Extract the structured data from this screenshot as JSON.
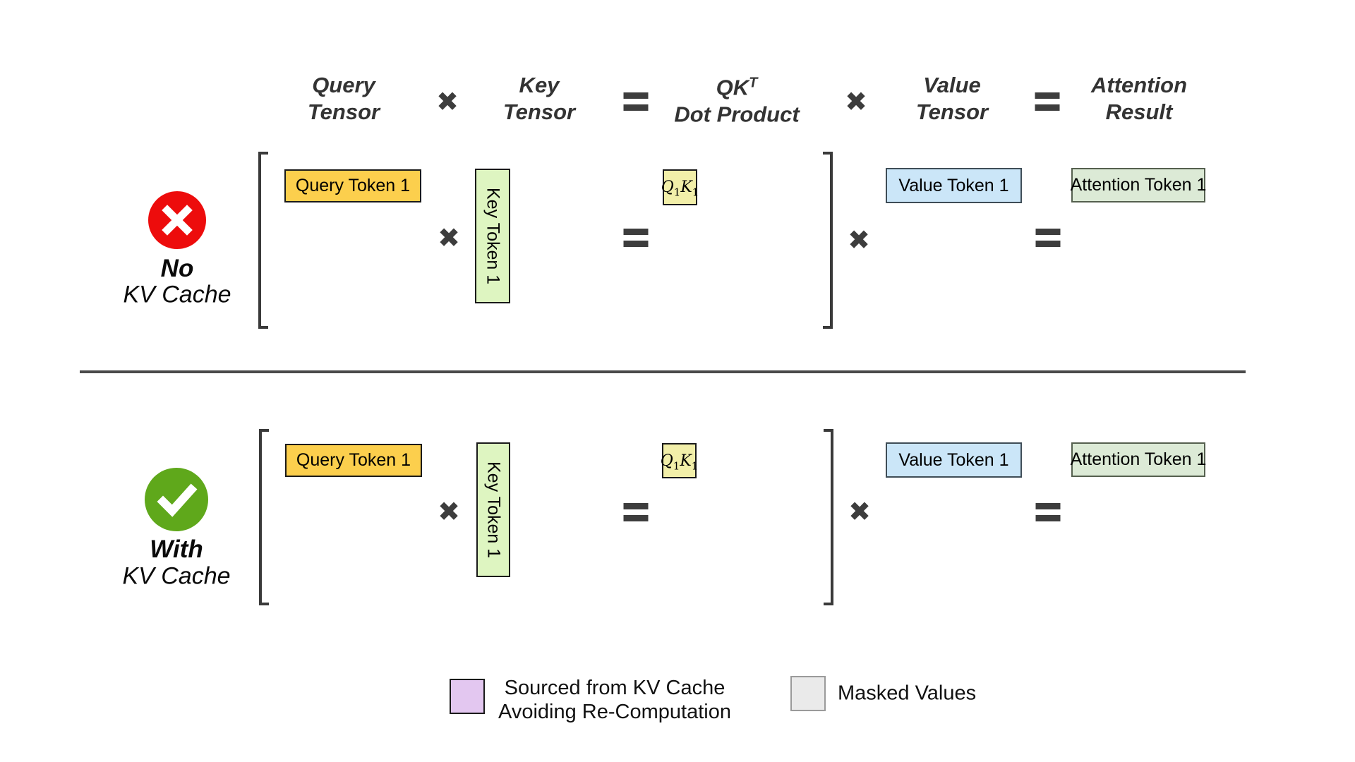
{
  "symbols": {
    "times": "✖"
  },
  "colors": {
    "query_box": "#fccf4d",
    "key_box": "#def5c1",
    "qk_box": "#f2efa9",
    "value_box": "#cbe6f8",
    "attention_box": "#dcead6",
    "kv_cache_legend_swatch": "#e3c7f0",
    "masked_legend_swatch": "#eaeaea",
    "no_badge": "#ed0c0c",
    "with_badge": "#5fa81b",
    "operator": "#3d3d3d",
    "divider": "#4a4a4a"
  },
  "header": {
    "cols": [
      {
        "l1": "Query",
        "l2": "Tensor"
      },
      {
        "l1": "Key",
        "l2": "Tensor"
      },
      {
        "l1": "QK",
        "sup": "T",
        "l2": "Dot Product"
      },
      {
        "l1": "Value",
        "l2": "Tensor"
      },
      {
        "l1": "Attention",
        "l2": "Result"
      }
    ]
  },
  "rows": [
    {
      "badge": "cross",
      "label1": "No",
      "label2": "KV Cache",
      "query_token": "Query Token 1",
      "key_token": "Key Token 1",
      "qk": {
        "base1": "Q",
        "sub1": "1",
        "base2": "K",
        "sub2": "1"
      },
      "value_token": "Value Token 1",
      "attention_token": "Attention Token 1"
    },
    {
      "badge": "check",
      "label1": "With",
      "label2": "KV Cache",
      "query_token": "Query Token 1",
      "key_token": "Key Token 1",
      "qk": {
        "base1": "Q",
        "sub1": "1",
        "base2": "K",
        "sub2": "1"
      },
      "value_token": "Value Token 1",
      "attention_token": "Attention Token 1"
    }
  ],
  "legend": {
    "items": [
      {
        "color": "#e3c7f0",
        "line1": "Sourced from KV Cache",
        "line2": "Avoiding Re-Computation"
      },
      {
        "color": "#eaeaea",
        "line1": "Masked Values"
      }
    ]
  }
}
